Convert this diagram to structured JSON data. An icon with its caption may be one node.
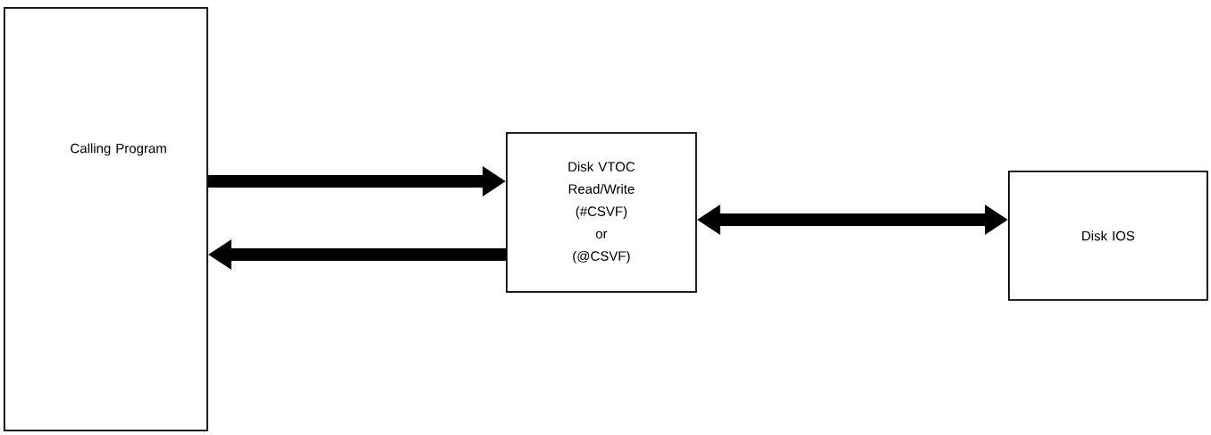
{
  "diagram": {
    "nodes": [
      {
        "text": [
          "Calling Program"
        ]
      },
      {
        "text": [
          "Disk VTOC Read/Write",
          "(#CSVF)",
          "or",
          "(@CSVF)"
        ]
      },
      {
        "text": [
          "Disk IOS"
        ]
      }
    ],
    "edges": [
      {
        "from": 0,
        "to": 1,
        "arrow": "to"
      },
      {
        "from": 1,
        "to": 0,
        "arrow": "to"
      },
      {
        "from": 1,
        "to": 2,
        "arrow": "both"
      }
    ]
  }
}
